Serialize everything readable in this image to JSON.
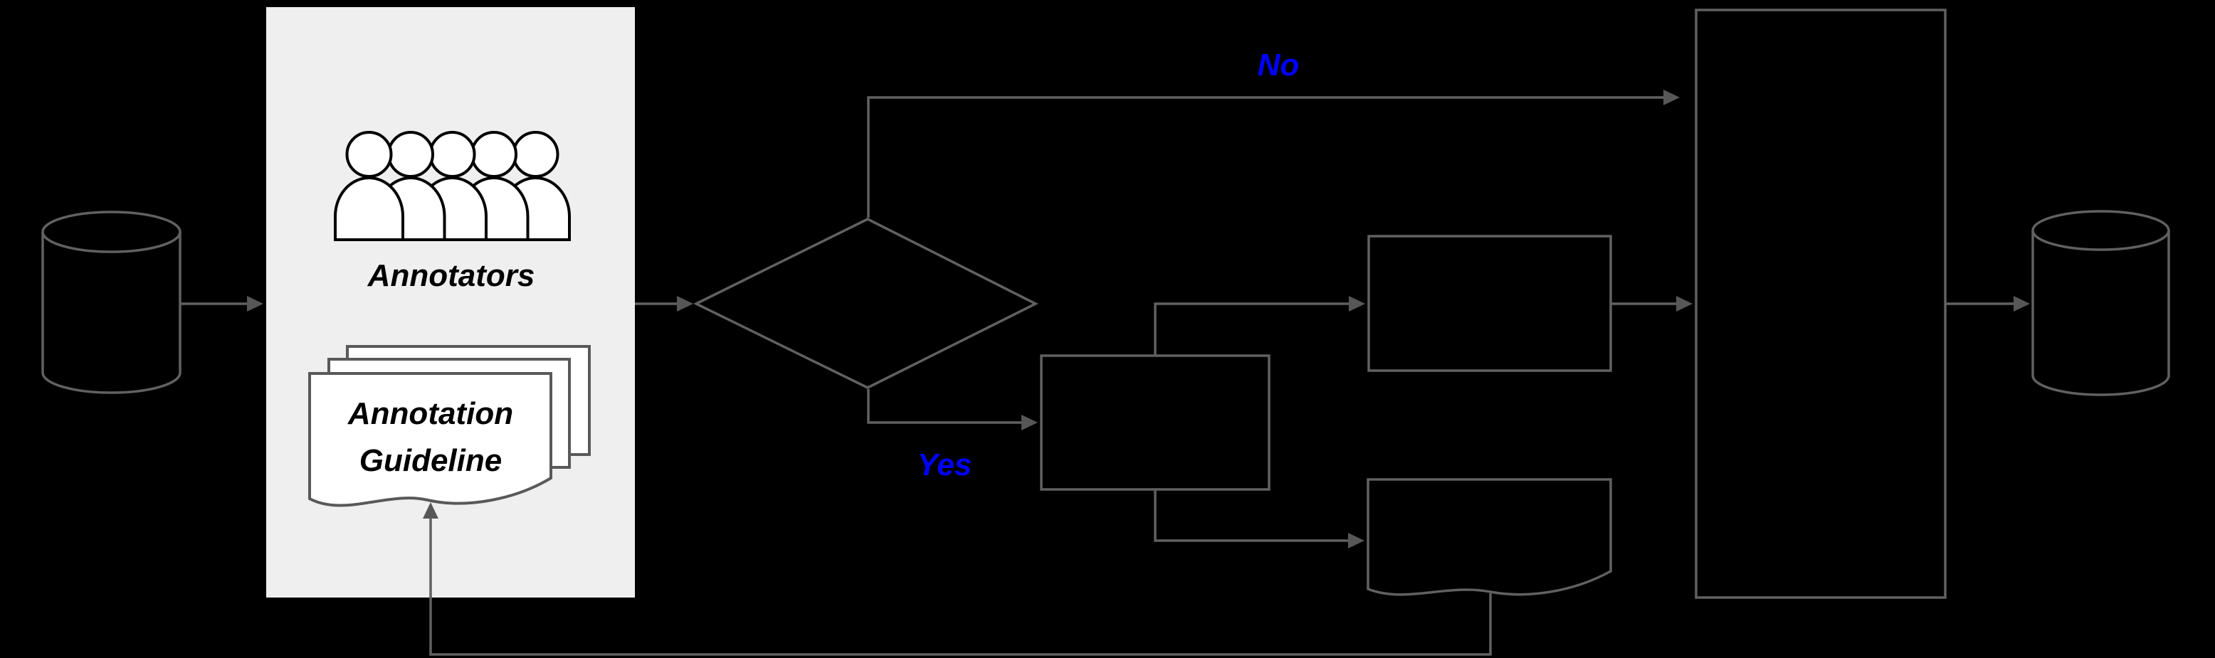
{
  "colors": {
    "background": "#000000",
    "line_stroke": "#616161",
    "arrowhead": "#575757",
    "panel_fill": "#efefef",
    "page_fill": "#ffffff",
    "page_stroke": "#595959",
    "person_stroke": "#000000",
    "label_color": "#000000",
    "branch_label_color": "#0000ff"
  },
  "panel": {
    "annotators_icon": "annotators-group-icon",
    "annotators_label": "Annotators",
    "guideline_icon": "document-stack-icon",
    "guideline_line1": "Annotation",
    "guideline_line2": "Guideline"
  },
  "branches": {
    "no_label": "No",
    "yes_label": "Yes"
  },
  "icons": {
    "input": "database-cylinder-icon",
    "output": "database-cylinder-icon"
  }
}
